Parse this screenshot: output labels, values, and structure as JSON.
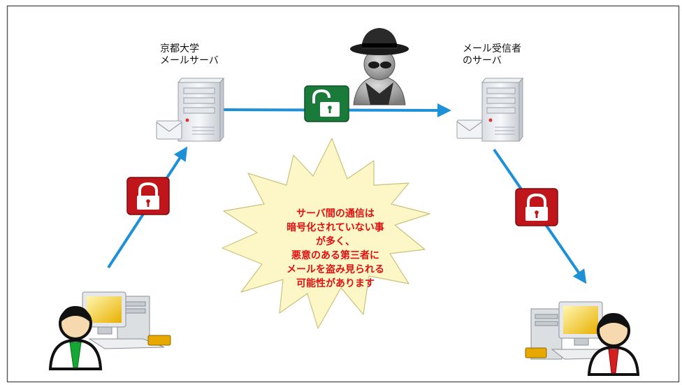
{
  "servers": {
    "left": {
      "line1": "京都大学",
      "line2": "メールサーバ",
      "icon": "server-icon"
    },
    "right": {
      "line1": "メール受信者",
      "line2": "のサーバ",
      "icon": "server-icon"
    }
  },
  "warning": {
    "lines": [
      "サーバ間の通信は",
      "暗号化されていない事",
      "が多く、",
      "悪意のある第三者に",
      "メールを盗み見られる",
      "可能性があります"
    ],
    "text_color": "#e01010",
    "burst_fill": "#fdf7c8",
    "burst_stroke": "#c9c27a"
  },
  "colors": {
    "arrow": "#1e90d8",
    "lock_closed": "#c0161b",
    "lock_open": "#1a7a3a",
    "frame": "#555555"
  },
  "icons": [
    "sender-user-icon",
    "sender-computer-icon",
    "recipient-user-icon",
    "recipient-computer-icon",
    "spy-icon",
    "padlock-closed-icon",
    "padlock-open-icon"
  ]
}
